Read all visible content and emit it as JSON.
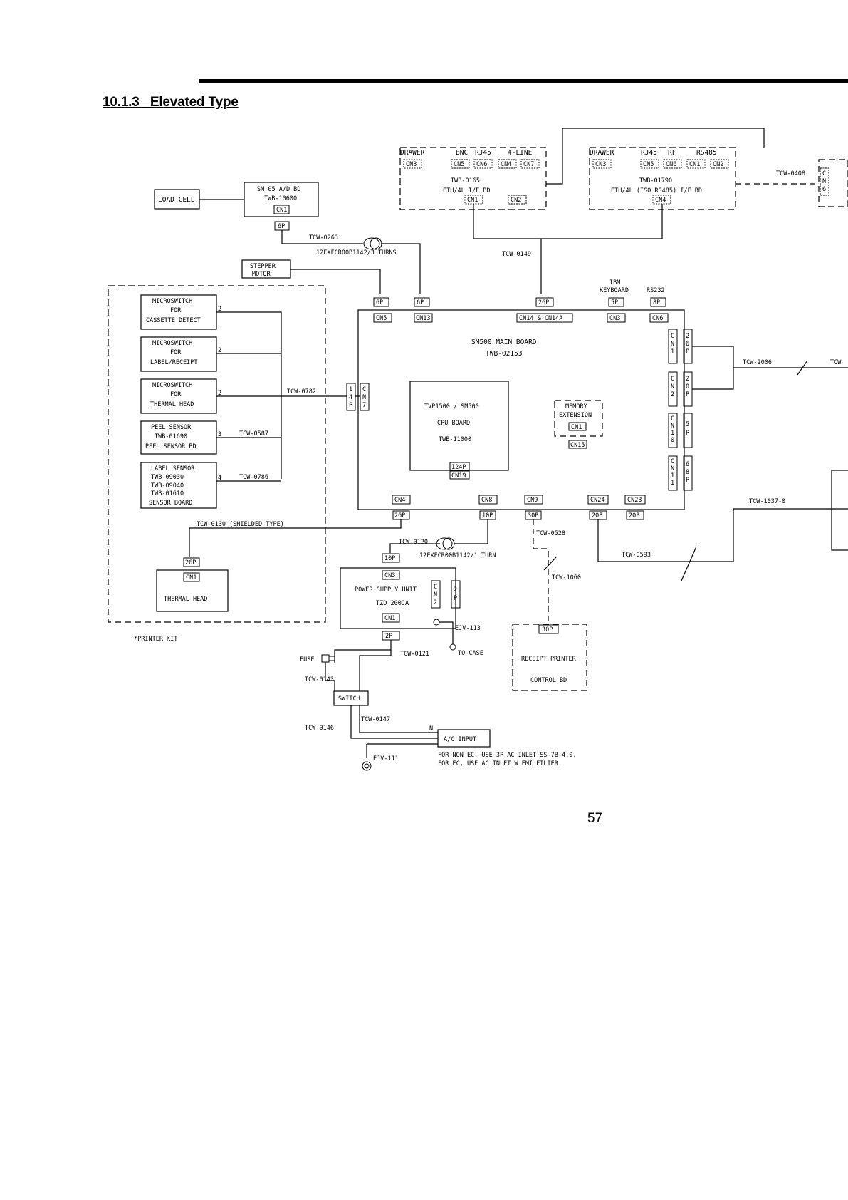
{
  "heading": "10.1.3   Elevated Type",
  "page_number": "57",
  "diagram": {
    "top_eth": {
      "b1": {
        "drawer": "DRAWER",
        "bnc": "BNC",
        "rj45": "RJ45",
        "line4": "4-LINE",
        "cn3": "CN3",
        "cn5": "CN5",
        "cn6": "CN6",
        "cn4": "CN4",
        "cn7": "CN7",
        "part": "TWB-0165",
        "name": "ETH/4L I/F BD",
        "cn1": "CN1",
        "cn2": "CN2"
      },
      "b2": {
        "drawer": "DRAWER",
        "rj45": "RJ45",
        "rf": "RF",
        "rs485": "RS485",
        "cn3": "CN3",
        "cn5": "CN5",
        "cn6": "CN6",
        "cn1": "CN1",
        "cn2": "CN2",
        "part": "TWB-01790",
        "name": "ETH/4L (ISO RS485) I/F BD",
        "cn4": "CN4"
      },
      "tcw0408": "TCW-0408",
      "cn6_right": "CN6",
      "tcw0149": "TCW-0149"
    },
    "load_cell": "LOAD CELL",
    "ad_board": {
      "name": "SM_05 A/D BD",
      "part": "TWB-10600",
      "cn1": "CN1",
      "p6": "6P"
    },
    "tcw0263": "TCW-0263",
    "ferrite1": "12FXFCR00B1142/3 TURNS",
    "stepper": {
      "line1": "STEPPER",
      "line2": "MOTOR"
    },
    "printer_kit": {
      "sw1": [
        "MICROSWITCH",
        "FOR",
        "CASSETTE DETECT"
      ],
      "sw2": [
        "MICROSWITCH",
        "FOR",
        "LABEL/RECEIPT"
      ],
      "sw3": [
        "MICROSWITCH",
        "FOR",
        "THERMAL HEAD"
      ],
      "peel": [
        "PEEL SENSOR",
        "TWB-01690",
        "PEEL SENSOR BD"
      ],
      "label": [
        "LABEL SENSOR",
        "TWB-09030",
        "TWB-09040",
        "TWB-01610",
        "SENSOR BOARD"
      ],
      "pin2a": "2",
      "pin2b": "2",
      "pin2c": "2",
      "pin3": "3",
      "pin4": "4",
      "tcw0782": "TCW-0782",
      "tcw0587": "TCW-0587",
      "tcw0786": "TCW-0786",
      "p14": "14P",
      "cn7": "CN7",
      "tcw0130": "TCW-0130 (SHIELDED TYPE)",
      "th_p26": "26P",
      "th_cn1": "CN1",
      "thermal_head": "THERMAL HEAD",
      "kit_label": "*PRINTER KIT"
    },
    "main_board": {
      "name": "SM500 MAIN BOARD",
      "part": "TWB-02153",
      "top_pins": {
        "cn5_p": "6P",
        "cn13_p": "6P",
        "cn14_p": "26P",
        "cn3_p": "5P",
        "cn6_p": "8P"
      },
      "top_cns": {
        "cn5": "CN5",
        "cn13": "CN13",
        "cn14": "CN14 & CN14A",
        "cn3": "CN3",
        "cn6": "CN6"
      },
      "ibm": [
        "IBM",
        "KEYBOARD"
      ],
      "rs232": "RS232",
      "right_cns": [
        "CN1",
        "CN2",
        "CN10",
        "CN11"
      ],
      "right_pins": [
        "26P",
        "20P",
        "5P",
        "68P"
      ],
      "cpu": {
        "line1": "TVP1500 / SM500",
        "line2": "CPU BOARD",
        "line3": "TWB-11000",
        "p124": "124P",
        "cn19": "CN19"
      },
      "memory": {
        "line1": "MEMORY",
        "line2": "EXTENSION",
        "cn1": "CN1",
        "cn15": "CN15"
      },
      "bottom_cns": [
        "CN4",
        "CN8",
        "CN9",
        "CN24",
        "CN23"
      ],
      "bottom_pins": [
        "26P",
        "10P",
        "30P",
        "20P",
        "20P"
      ]
    },
    "tcw2006": "TCW-2006",
    "tcw_cut": "TCW",
    "tcw1037": "TCW-1037-0",
    "tcw0593": "TCW-0593",
    "tcw0528": "TCW-0528",
    "tcw1060": "TCW-1060",
    "tcw0120": "TCW-0120",
    "ferrite2": "12FXFCR00B1142/1 TURN",
    "psu": {
      "p10": "10P",
      "cn3": "CN3",
      "line1": "POWER SUPPLY UNIT",
      "line2": "TZD 200JA",
      "cn2": "CN2",
      "p2": "2P",
      "cn1": "CN1",
      "p2b": "2P"
    },
    "ejv113": "EJV-113",
    "to_case": "TO CASE",
    "fuse": "FUSE",
    "tcw0121": "TCW-0121",
    "tcw0143": "TCW-0143",
    "switch": "SWITCH",
    "tcw0147": "TCW-0147",
    "tcw0146": "TCW-0146",
    "ac_input": "A/C INPUT",
    "ac_n": "N",
    "ejv111": "EJV-111",
    "ac_note1": "FOR NON EC, USE 3P AC INLET SS-7B-4.0.",
    "ac_note2": "FOR EC, USE AC INLET W EMI FILTER.",
    "receipt": {
      "p30": "30P",
      "line1": "RECEIPT PRINTER",
      "line2": "CONTROL BD"
    }
  }
}
